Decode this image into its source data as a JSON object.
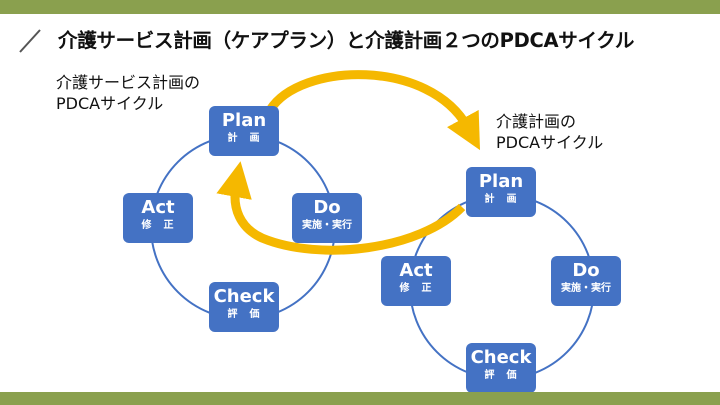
{
  "title": "介護サービス計画（ケアプラン）と介護計画２つのPDCAサイクル",
  "cycle_left": {
    "label_line1": "介護サービス計画の",
    "label_line2": "PDCAサイクル",
    "plan": {
      "en": "Plan",
      "jp": "計　画"
    },
    "do": {
      "en": "Do",
      "jp": "実施・実行"
    },
    "check": {
      "en": "Check",
      "jp": "評　価"
    },
    "act": {
      "en": "Act",
      "jp": "修　正"
    }
  },
  "cycle_right": {
    "label_line1": "介護計画の",
    "label_line2": "PDCAサイクル",
    "plan": {
      "en": "Plan",
      "jp": "計　画"
    },
    "do": {
      "en": "Do",
      "jp": "実施・実行"
    },
    "check": {
      "en": "Check",
      "jp": "評　価"
    },
    "act": {
      "en": "Act",
      "jp": "修　正"
    }
  },
  "colors": {
    "accent_bar": "#8aa04e",
    "box": "#4472c4",
    "arrow": "#f5b800"
  }
}
